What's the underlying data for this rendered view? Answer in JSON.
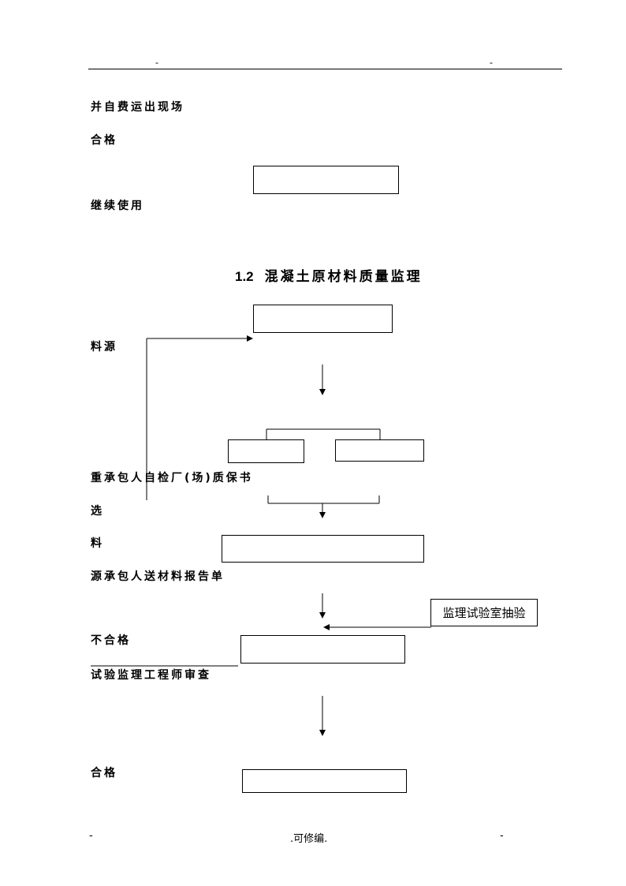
{
  "header": {
    "left_mark": "-",
    "right_mark": "-"
  },
  "labels": {
    "remove_self_expense": "并自费运出现场",
    "qualified_1": "合格",
    "continue_use": "继续使用",
    "material_source": "料源",
    "contractor_factory_cert": "重承包人自检厂(场)质保书",
    "select": "选",
    "material": "料",
    "contractor_submit_report": "源承包人送材料报告单",
    "unqualified": "不合格",
    "test_engineer_review": "试验监理工程师审查",
    "qualified_2": "合格"
  },
  "section": {
    "number": "1.2",
    "title": "混凝土原材料质量监理"
  },
  "boxes": {
    "sampling_box": "监理试验室抽验"
  },
  "footer": {
    "left": "-",
    "center": ".可修编.",
    "right": "-"
  }
}
